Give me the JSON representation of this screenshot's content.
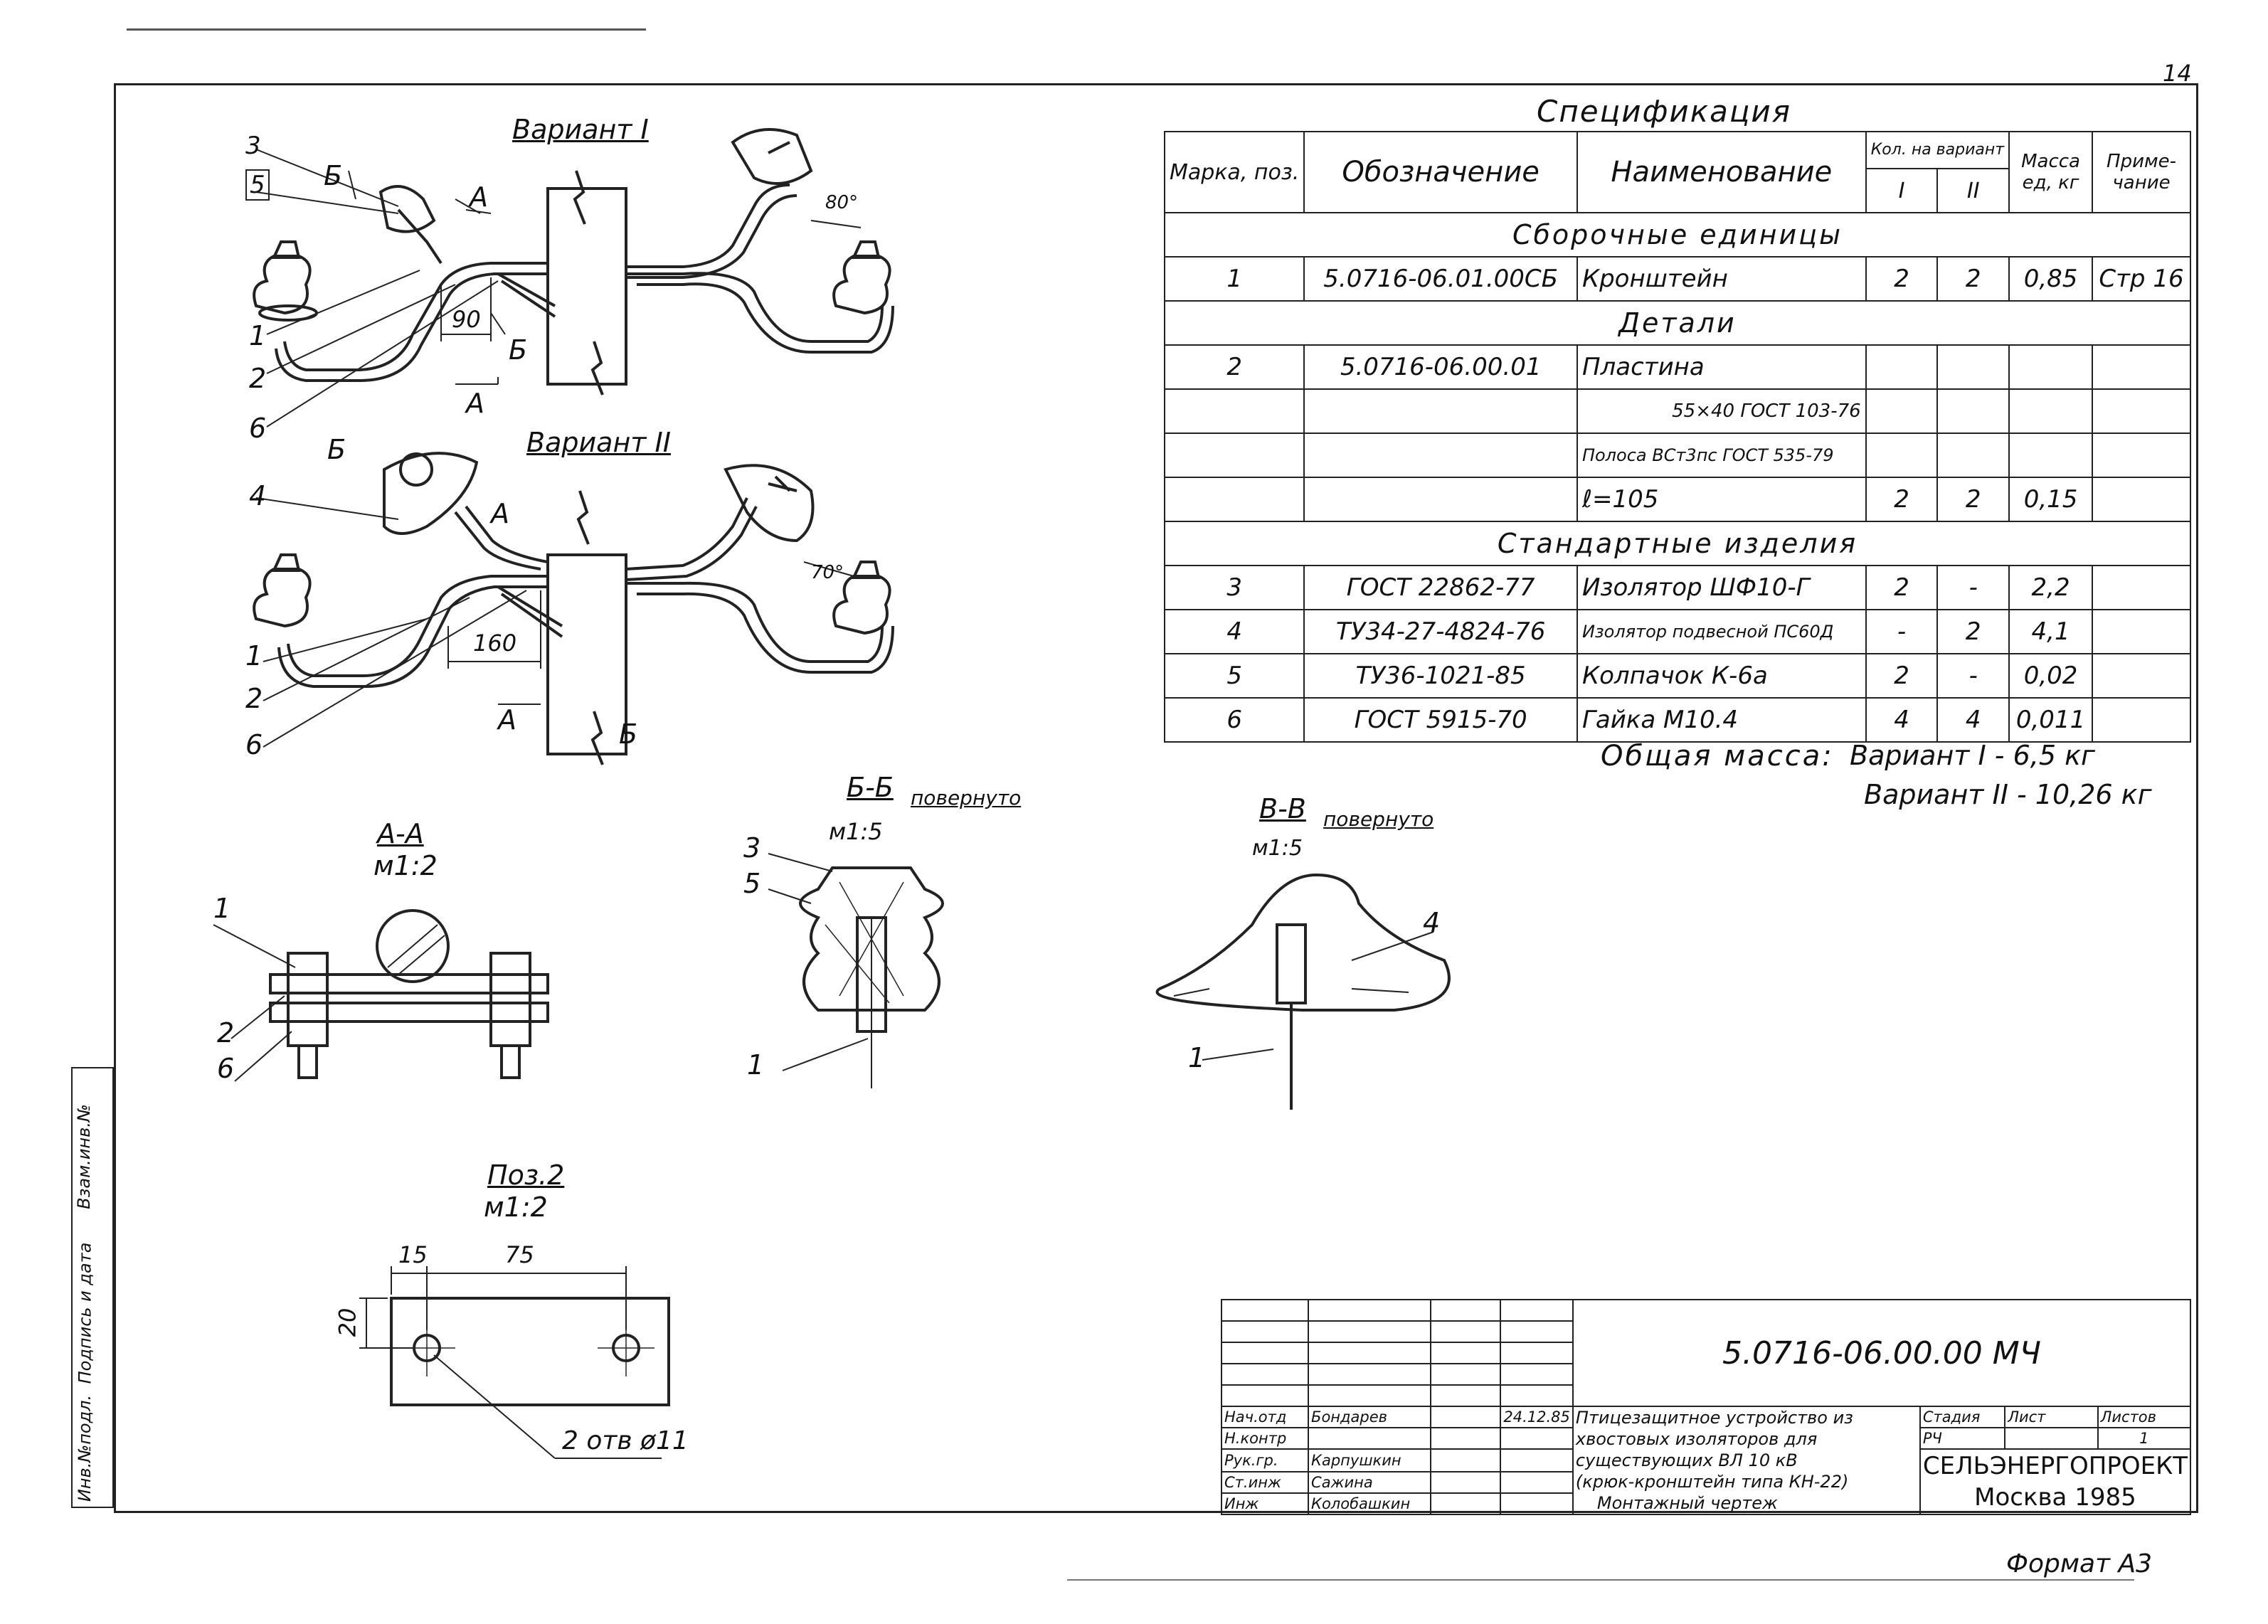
{
  "sheet_number": "14",
  "format": "Формат А3",
  "variants": {
    "v1": "Вариант I",
    "v2": "Вариант II"
  },
  "callouts": {
    "v1": [
      "3",
      "5",
      "1",
      "2",
      "6"
    ],
    "v2": [
      "4",
      "1",
      "2",
      "6"
    ]
  },
  "section_marks": {
    "a": "А",
    "b": "Б"
  },
  "dimensions": {
    "v1_gap": "90",
    "v1_angle": "80°",
    "v2_gap": "160",
    "v2_angle": "70°"
  },
  "sections": {
    "aa": {
      "title": "А-А",
      "scale": "м1:2",
      "callouts": [
        "1",
        "2",
        "6"
      ]
    },
    "bb": {
      "title": "Б-Б",
      "note": "повернуто",
      "scale": "м1:5",
      "callouts": [
        "3",
        "5",
        "1"
      ]
    },
    "vv": {
      "title": "В-В",
      "note": "повернуто",
      "scale": "м1:5",
      "callouts": [
        "4",
        "1"
      ]
    },
    "pos2": {
      "title": "Поз.2",
      "scale": "м1:2",
      "dim_15": "15",
      "dim_75": "75",
      "dim_20": "20",
      "holes": "2 отв ø11"
    }
  },
  "spec": {
    "title": "Спецификация",
    "headers": {
      "mark": "Марка, поз.",
      "designation": "Обозначение",
      "name": "Наименование",
      "qty": "Кол. на вариант",
      "qty_v1": "I",
      "qty_v2": "II",
      "mass": "Масса ед, кг",
      "note": "Приме- чание"
    },
    "group_assembly": "Сборочные единицы",
    "group_parts": "Детали",
    "group_standard": "Стандартные изделия",
    "rows": [
      {
        "mark": "1",
        "designation": "5.0716-06.01.00СБ",
        "name": "Кронштейн",
        "q1": "2",
        "q2": "2",
        "mass": "0,85",
        "note": "Стр 16"
      },
      {
        "mark": "2",
        "designation": "5.0716-06.00.01",
        "name": "Пластина",
        "q1": "",
        "q2": "",
        "mass": "",
        "note": ""
      },
      {
        "mark": "",
        "designation": "",
        "name": "55×40 ГОСТ 103-76",
        "q1": "",
        "q2": "",
        "mass": "",
        "note": ""
      },
      {
        "mark": "",
        "designation": "",
        "name": "Полоса ВСт3пс ГОСТ 535-79",
        "q1": "",
        "q2": "",
        "mass": "",
        "note": ""
      },
      {
        "mark": "",
        "designation": "",
        "name": "ℓ=105",
        "q1": "2",
        "q2": "2",
        "mass": "0,15",
        "note": ""
      },
      {
        "mark": "3",
        "designation": "ГОСТ 22862-77",
        "name": "Изолятор ШФ10-Г",
        "q1": "2",
        "q2": "-",
        "mass": "2,2",
        "note": ""
      },
      {
        "mark": "4",
        "designation": "ТУ34-27-4824-76",
        "name": "Изолятор подвесной ПС60Д",
        "q1": "-",
        "q2": "2",
        "mass": "4,1",
        "note": ""
      },
      {
        "mark": "5",
        "designation": "ТУ36-1021-85",
        "name": "Колпачок К-6а",
        "q1": "2",
        "q2": "-",
        "mass": "0,02",
        "note": ""
      },
      {
        "mark": "6",
        "designation": "ГОСТ 5915-70",
        "name": "Гайка М10.4",
        "q1": "4",
        "q2": "4",
        "mass": "0,011",
        "note": ""
      }
    ],
    "total_label": "Общая масса:",
    "total_v1": "Вариант I - 6,5 кг",
    "total_v2": "Вариант II - 10,26 кг"
  },
  "side_stamp": [
    "Инв.№подл.",
    "Подпись и дата",
    "Взам.инв.№"
  ],
  "title_block": {
    "doc_code": "5.0716-06.00.00 МЧ",
    "roles": [
      {
        "role": "Нач.отд",
        "name": "Бондарев",
        "date": "24.12.85"
      },
      {
        "role": "Н.контр",
        "name": "",
        "date": ""
      },
      {
        "role": "Рук.гр.",
        "name": "Карпушкин",
        "date": ""
      },
      {
        "role": "Ст.инж",
        "name": "Сажина",
        "date": ""
      },
      {
        "role": "Инж",
        "name": "Колобашкин",
        "date": ""
      }
    ],
    "description": [
      "Птицезащитное устройство из",
      "хвостовых изоляторов для",
      "существующих ВЛ 10 кВ",
      "(крюк-кронштейн типа КН-22)",
      "Монтажный чертеж"
    ],
    "stage_label": "Стадия",
    "sheet_label": "Лист",
    "sheets_label": "Листов",
    "stage": "РЧ",
    "sheets": "1",
    "org": "СЕЛЬЭНЕРГОПРОЕКТ",
    "city_year": "Москва 1985"
  }
}
